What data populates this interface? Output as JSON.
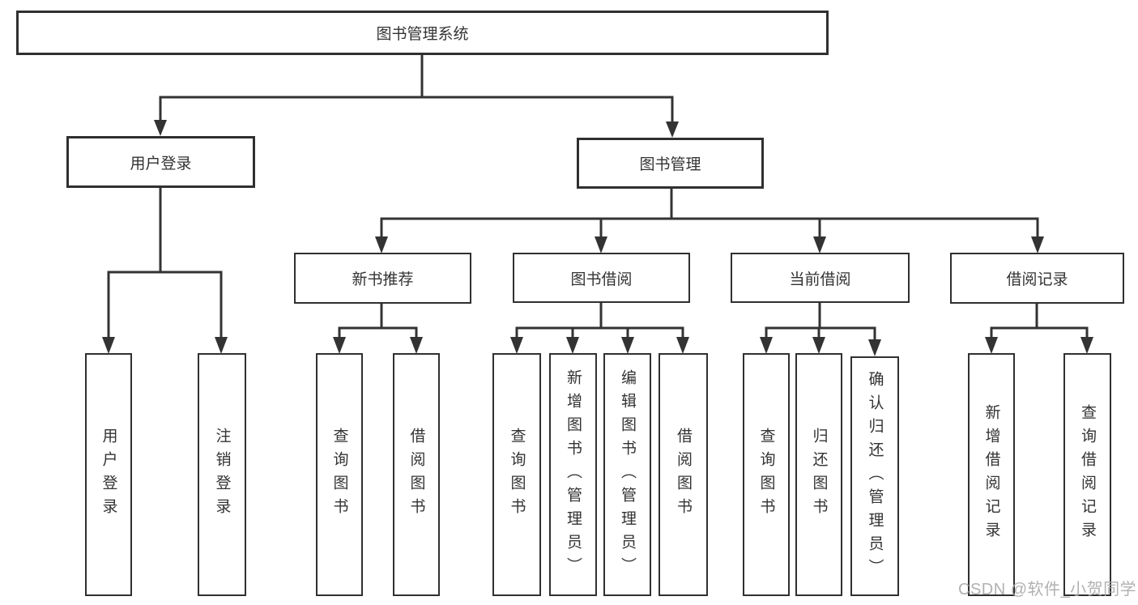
{
  "diagram": {
    "root": {
      "label": "图书管理系统"
    },
    "branches": [
      {
        "label": "用户登录",
        "children": [
          {
            "label": "用户登录"
          },
          {
            "label": "注销登录"
          }
        ]
      },
      {
        "label": "图书管理",
        "children": [
          {
            "label": "新书推荐",
            "children": [
              {
                "label": "查询图书"
              },
              {
                "label": "借阅图书"
              }
            ]
          },
          {
            "label": "图书借阅",
            "children": [
              {
                "label": "查询图书"
              },
              {
                "label": "新增图书（管理员）"
              },
              {
                "label": "编辑图书（管理员）"
              },
              {
                "label": "借阅图书"
              }
            ]
          },
          {
            "label": "当前借阅",
            "children": [
              {
                "label": "查询图书"
              },
              {
                "label": "归还图书"
              },
              {
                "label": "确认归还（管理员）"
              }
            ]
          },
          {
            "label": "借阅记录",
            "children": [
              {
                "label": "新增借阅记录"
              },
              {
                "label": "查询借阅记录"
              }
            ]
          }
        ]
      }
    ]
  },
  "watermark": {
    "text": "CSDN @软件_小贺同学"
  },
  "colors": {
    "line": "#333333",
    "box_border": "#303030",
    "text": "#333333",
    "watermark": "#a9a9a9",
    "background": "#ffffff"
  }
}
